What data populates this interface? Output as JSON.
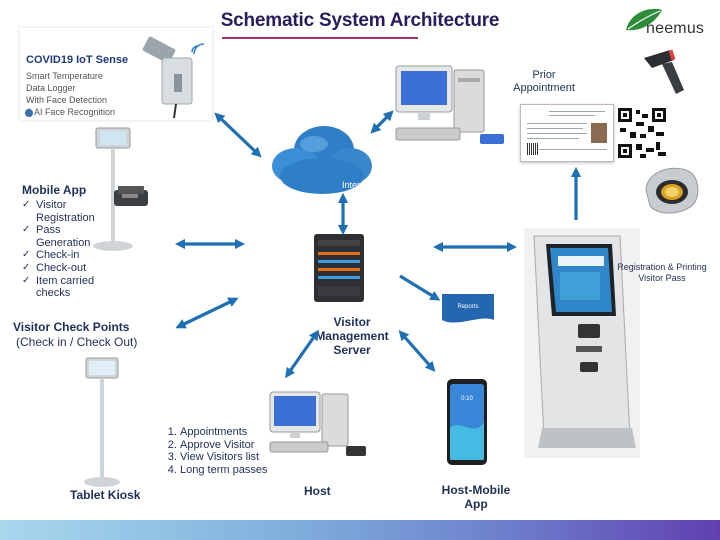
{
  "title": "Schematic System Architecture",
  "brand": {
    "name": "neemus"
  },
  "covid_card": {
    "title": "COVID19 IoT Sense",
    "lines": [
      "Smart Temperature",
      "Data Logger",
      "With Face Detection",
      "& AI Face Recognition"
    ]
  },
  "mobile_app": {
    "title": "Mobile App",
    "items": [
      "Visitor Registration",
      "Pass Generation",
      "Check-in",
      "Check-out",
      "Item carried checks"
    ]
  },
  "check_points": {
    "title": "Visitor Check Points",
    "subtitle": "(Check in / Check Out)"
  },
  "tablet_kiosk": {
    "label": "Tablet Kiosk"
  },
  "host_list": [
    "Appointments",
    "Approve Visitor",
    "View Visitors list",
    "Long term passes"
  ],
  "host": {
    "label": "Host"
  },
  "host_mobile": {
    "label": "Host-Mobile App"
  },
  "server": {
    "label": "Visitor Management Server"
  },
  "cloud": {
    "label": "Inter"
  },
  "reports": {
    "label": "Reports"
  },
  "prior_appointment": {
    "label": "Prior Appointment"
  },
  "kiosk_caption": {
    "label": "Registration & Printing Visitor Pass"
  },
  "colors": {
    "title": "#2a1b5e",
    "arrow": "#1f6fb5",
    "label": "#1f2f57",
    "brand_green": "#2e8b3a",
    "cloud": "#2f7fc8"
  }
}
